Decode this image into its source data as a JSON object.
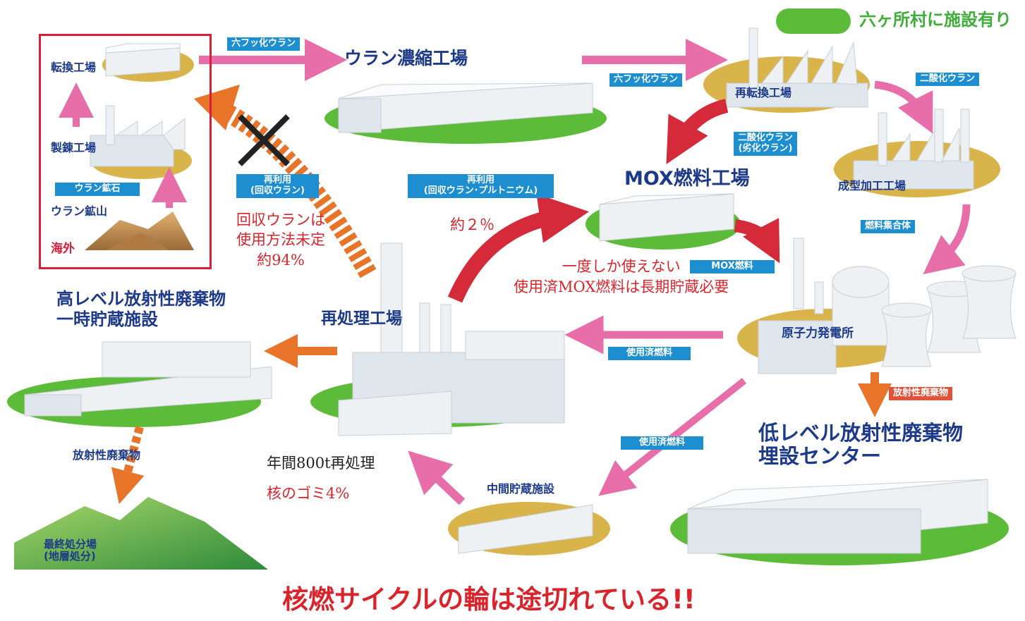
{
  "legend": {
    "label": "六ヶ所村に施設有り",
    "color": "#5dbb3a"
  },
  "overseas": {
    "conversion": "転換工場",
    "refinery": "製錬工場",
    "ore_tag": "ウラン鉱石",
    "mine": "ウラン鉱山",
    "overseas": "海外"
  },
  "flows": {
    "uf6_1": "六フッ化ウラン",
    "uf6_2": "六フッ化ウラン",
    "uo2_1": "二酸化ウラン",
    "uo2_depleted": "二酸化ウラン\n(劣化ウラン)",
    "fuel_assembly": "燃料集合体",
    "mox_fuel": "MOX燃料",
    "spent_fuel_1": "使用済燃料",
    "spent_fuel_2": "使用済燃料",
    "radioactive_waste_tag": "放射性廃棄物",
    "reuse_uranium": "再利用\n(回収ウラン)",
    "reuse_u_pu": "再利用\n(回収ウラン･プルトニウム)"
  },
  "facilities": {
    "enrichment": "ウラン濃縮工場",
    "reconversion": "再転換工場",
    "fabrication": "成型加工工場",
    "mox_plant": "MOX燃料工場",
    "npp": "原子力発電所",
    "reprocessing": "再処理工場",
    "hlw_storage": "高レベル放射性廃棄物\n一時貯蔵施設",
    "interim_storage": "中間貯蔵施設",
    "llw_center": "低レベル放射性廃棄物\n埋設センター",
    "final_disposal": "最終処分場\n(地層処分)",
    "waste_label": "放射性廃棄物"
  },
  "notes": {
    "recovered_uranium": "回収ウランは\n使用方法未定\n約94%",
    "about_2pct": "約２％",
    "mox_once": "一度しか使えない\n使用済MOX燃料は長期貯蔵必要",
    "annual": "年間800t再処理",
    "waste_4pct": "核のゴミ4%"
  },
  "headline": "核燃サイクルの輪は途切れている!!",
  "colors": {
    "pink_arrow": "#e86eaa",
    "red_arrow": "#d42a3a",
    "orange_arrow": "#e8742a",
    "navy_text": "#1d3a8a",
    "tag_blue": "#1d8fd0",
    "headline_red": "#d9242c",
    "green_pad": "#5dbb3a",
    "sand_pad": "#d9b44a"
  }
}
